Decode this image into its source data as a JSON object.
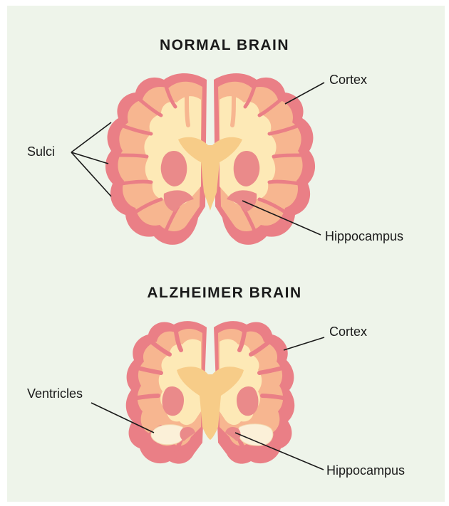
{
  "normal_brain": {
    "title": "NORMAL BRAIN",
    "labels": {
      "cortex": "Cortex",
      "sulci": "Sulci",
      "hippocampus": "Hippocampus"
    }
  },
  "alzheimer_brain": {
    "title": "ALZHEIMER BRAIN",
    "labels": {
      "cortex": "Cortex",
      "ventricles": "Ventricles",
      "hippocampus": "Hippocampus"
    }
  },
  "colors": {
    "background": "#eef4ea",
    "cortex_outer": "#ea7f86",
    "gray_matter": "#f7b690",
    "white_matter": "#fde9b6",
    "core": "#f7cc88",
    "deep_nuclei": "#ea8a8a",
    "ventricle_fill": "#fbf0d8"
  }
}
